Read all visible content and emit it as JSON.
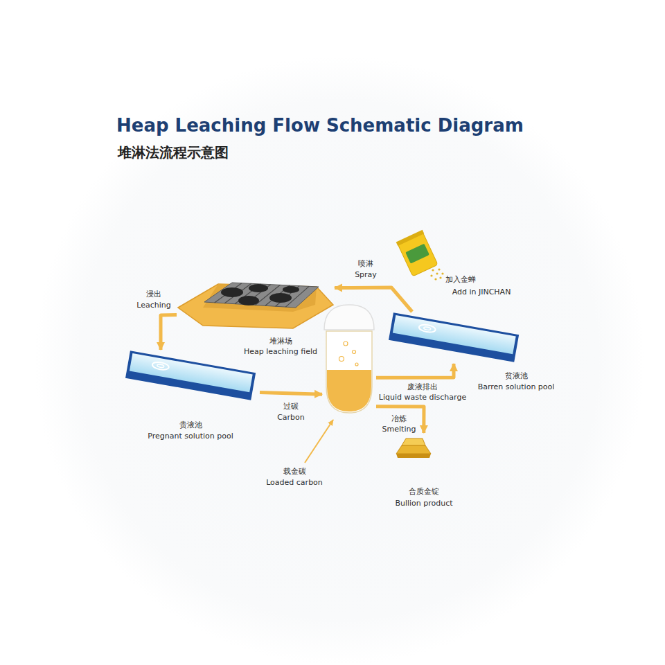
{
  "diagram": {
    "title": "Heap Leaching Flow Schematic Diagram",
    "nodes": [
      {
        "text": [
          "堆淋场",
          "Heap leaching field"
        ]
      },
      {
        "text": [
          "加入金蝉",
          "Add in JINCHAN"
        ]
      },
      {
        "text": [
          "贵液池",
          "Pregnant solution pool"
        ]
      },
      {
        "text": [
          "载金碳",
          "Loaded carbon"
        ]
      },
      {
        "text": [
          "贫液池",
          "Barren solution pool"
        ]
      },
      {
        "text": [
          "合质金锭",
          "Bullion product"
        ]
      }
    ],
    "edges": [
      {
        "from": 4,
        "to": 0,
        "arrow": "to",
        "label": "Spray"
      },
      {
        "from": 0,
        "to": 2,
        "arrow": "to",
        "label": "Leaching"
      },
      {
        "from": 2,
        "to": 3,
        "arrow": "to",
        "label": "Carbon"
      },
      {
        "from": 3,
        "to": 4,
        "arrow": "to",
        "label": "Liquid waste discharge"
      },
      {
        "from": 3,
        "to": 5,
        "arrow": "to",
        "label": "Smelting"
      }
    ],
    "labels": [
      "堆淋法流程示意图",
      "喷淋",
      "浸出",
      "过碳",
      "废液排出",
      "冶炼"
    ]
  }
}
